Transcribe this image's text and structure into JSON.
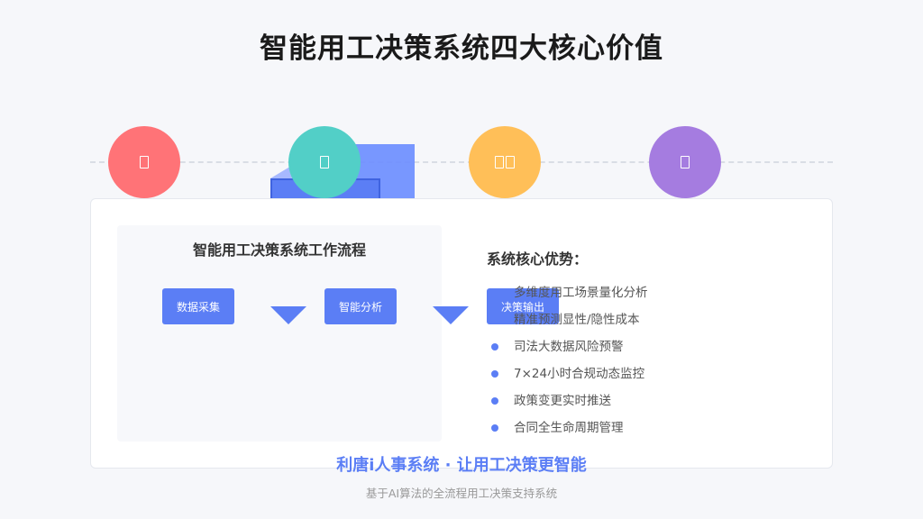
{
  "title": "智能用工决策系统四大核心价值",
  "icons": [
    {
      "name": "document-icon",
      "color": "#ff7377"
    },
    {
      "name": "document-icon",
      "color": "#52cfc7"
    },
    {
      "name": "documents-icon",
      "color": "#ffbf58"
    },
    {
      "name": "document-icon",
      "color": "#a57ce0"
    }
  ],
  "flow": {
    "title": "智能用工决策系统工作流程",
    "steps": [
      "数据采集",
      "智能分析",
      "决策输出"
    ]
  },
  "advantages": {
    "title": "系统核心优势：",
    "items": [
      "多维度用工场景量化分析",
      "精准预测显性/隐性成本",
      "司法大数据风险预警",
      "7×24小时合规动态监控",
      "政策变更实时推送",
      "合同全生命周期管理"
    ]
  },
  "brand": "利唐i人事系统 · 让用工决策更智能",
  "subtitle": "基于AI算法的全流程用工决策支持系统",
  "colors": {
    "accent": "#5b7ef5",
    "coral": "#ff7377",
    "teal": "#52cfc7",
    "amber": "#ffbf58",
    "purple": "#a57ce0"
  }
}
